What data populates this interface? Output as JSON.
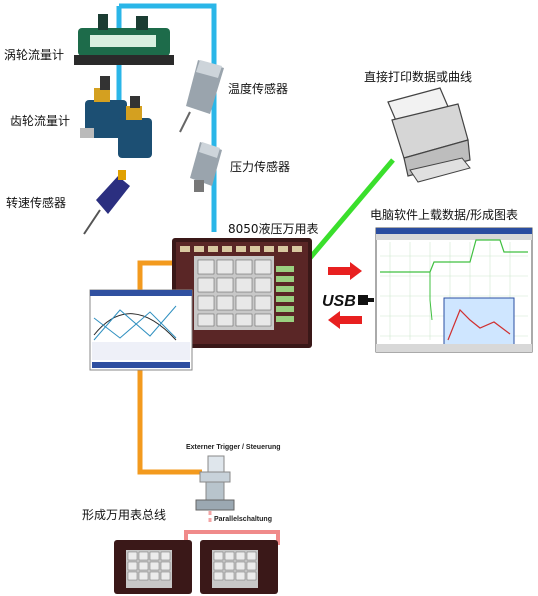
{
  "labels": {
    "turbine_flowmeter": "涡轮流量计",
    "gear_flowmeter": "齿轮流量计",
    "speed_sensor": "转速传感器",
    "temperature_sensor": "温度传感器",
    "pressure_sensor": "压力传感器",
    "multimeter": "8050液压万用表",
    "printer": "直接打印数据或曲线",
    "pc_software": "电脑软件上载数据/形成图表",
    "bus": "形成万用表总线",
    "usb": "USB",
    "external_trigger": "Externer Trigger / Steuerung",
    "parallel": "Parallelschaltung"
  },
  "colors": {
    "cyan_line": "#2ab6e8",
    "orange_line": "#f39a1e",
    "green_line": "#3adf2c",
    "red_arrow": "#e82020",
    "pink_line": "#f08a8a"
  }
}
